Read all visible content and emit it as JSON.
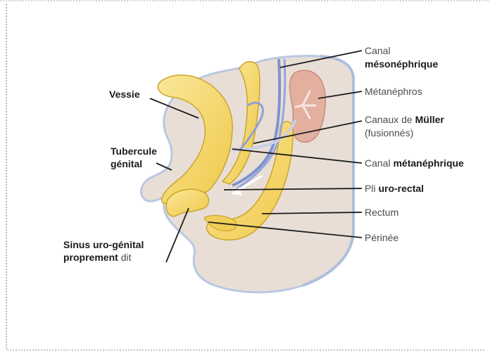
{
  "labels": {
    "vessie": "Vessie",
    "tubercule_line1": "Tubercule",
    "tubercule_line2": "génital",
    "sinus_line1": "Sinus uro-génital",
    "sinus_line2_a": "proprement",
    "sinus_line2_b": "dit",
    "canal_meso_line1": "Canal",
    "canal_meso_line2": "mésonéphrique",
    "metanephros": "Métanéphros",
    "muller_a": "Canaux de",
    "muller_b": "Müller",
    "muller_line2": "(fusionnés)",
    "canal_meta_a": "Canal",
    "canal_meta_b": "métanéphrique",
    "pli_a": "Pli",
    "pli_b": "uro-rectal",
    "rectum": "Rectum",
    "perinee": "Périnée"
  },
  "colors": {
    "background_tissue": "#e9ded6",
    "tissue_outline": "#b9c8e2",
    "yellow_structure": "#f3d66a",
    "yellow_outline": "#c9a528",
    "blue_duct": "#7f93cf",
    "kidney": "#e3b0a0",
    "kidney_outline": "#c98a7c",
    "leader_line": "#1e1e1e",
    "label_text": "#4c4c4c",
    "label_bold": "#1a1a1a"
  }
}
